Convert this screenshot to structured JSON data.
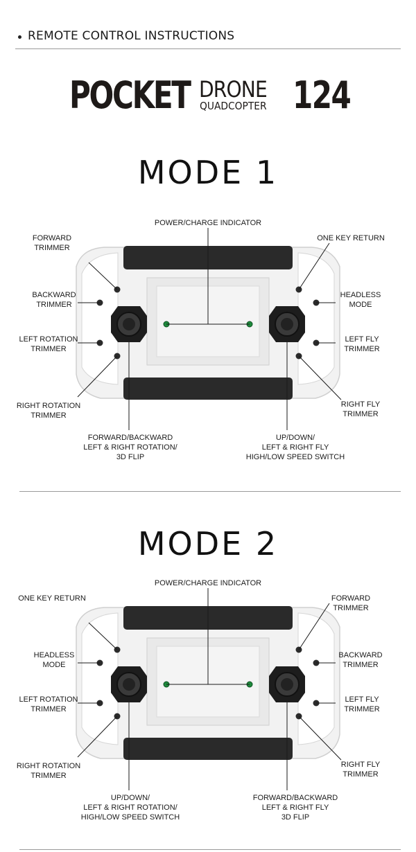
{
  "section": {
    "title": "REMOTE CONTROL INSTRUCTIONS"
  },
  "logo": {
    "word1": "POCKET",
    "word2": "DRONE",
    "word3": "QUADCOPTER",
    "number": "124"
  },
  "colors": {
    "led": "#1e8a3c",
    "body_dark": "#2a2a2a",
    "body_light": "#f2f2f2",
    "line": "#1a1a1a"
  },
  "mode1": {
    "title": "MODE 1",
    "labels": {
      "power": [
        "POWER/CHARGE INDICATOR"
      ],
      "top_left": [
        "FORWARD",
        "TRIMMER"
      ],
      "top_right": [
        "ONE KEY RETURN"
      ],
      "mid_left_1": [
        "BACKWARD",
        "TRIMMER"
      ],
      "mid_right_1": [
        "HEADLESS",
        "MODE"
      ],
      "mid_left_2": [
        "LEFT ROTATION",
        "TRIMMER"
      ],
      "mid_right_2": [
        "LEFT FLY",
        "TRIMMER"
      ],
      "low_left": [
        "RIGHT ROTATION",
        "TRIMMER"
      ],
      "low_right": [
        "RIGHT FLY",
        "TRIMMER"
      ],
      "left_stick": [
        "FORWARD/BACKWARD",
        "LEFT & RIGHT ROTATION/",
        "3D FLIP"
      ],
      "right_stick": [
        "UP/DOWN/",
        "LEFT & RIGHT FLY",
        "HIGH/LOW SPEED SWITCH"
      ]
    }
  },
  "mode2": {
    "title": "MODE 2",
    "labels": {
      "power": [
        "POWER/CHARGE INDICATOR"
      ],
      "top_left": [
        "ONE KEY RETURN"
      ],
      "top_right": [
        "FORWARD",
        "TRIMMER"
      ],
      "mid_left_1": [
        "HEADLESS",
        "MODE"
      ],
      "mid_right_1": [
        "BACKWARD",
        "TRIMMER"
      ],
      "mid_left_2": [
        "LEFT ROTATION",
        "TRIMMER"
      ],
      "mid_right_2": [
        "LEFT FLY",
        "TRIMMER"
      ],
      "low_left": [
        "RIGHT ROTATION",
        "TRIMMER"
      ],
      "low_right": [
        "RIGHT FLY",
        "TRIMMER"
      ],
      "left_stick": [
        "UP/DOWN/",
        "LEFT & RIGHT ROTATION/",
        "HIGH/LOW SPEED SWITCH"
      ],
      "right_stick": [
        "FORWARD/BACKWARD",
        "LEFT & RIGHT FLY",
        "3D FLIP"
      ]
    }
  }
}
